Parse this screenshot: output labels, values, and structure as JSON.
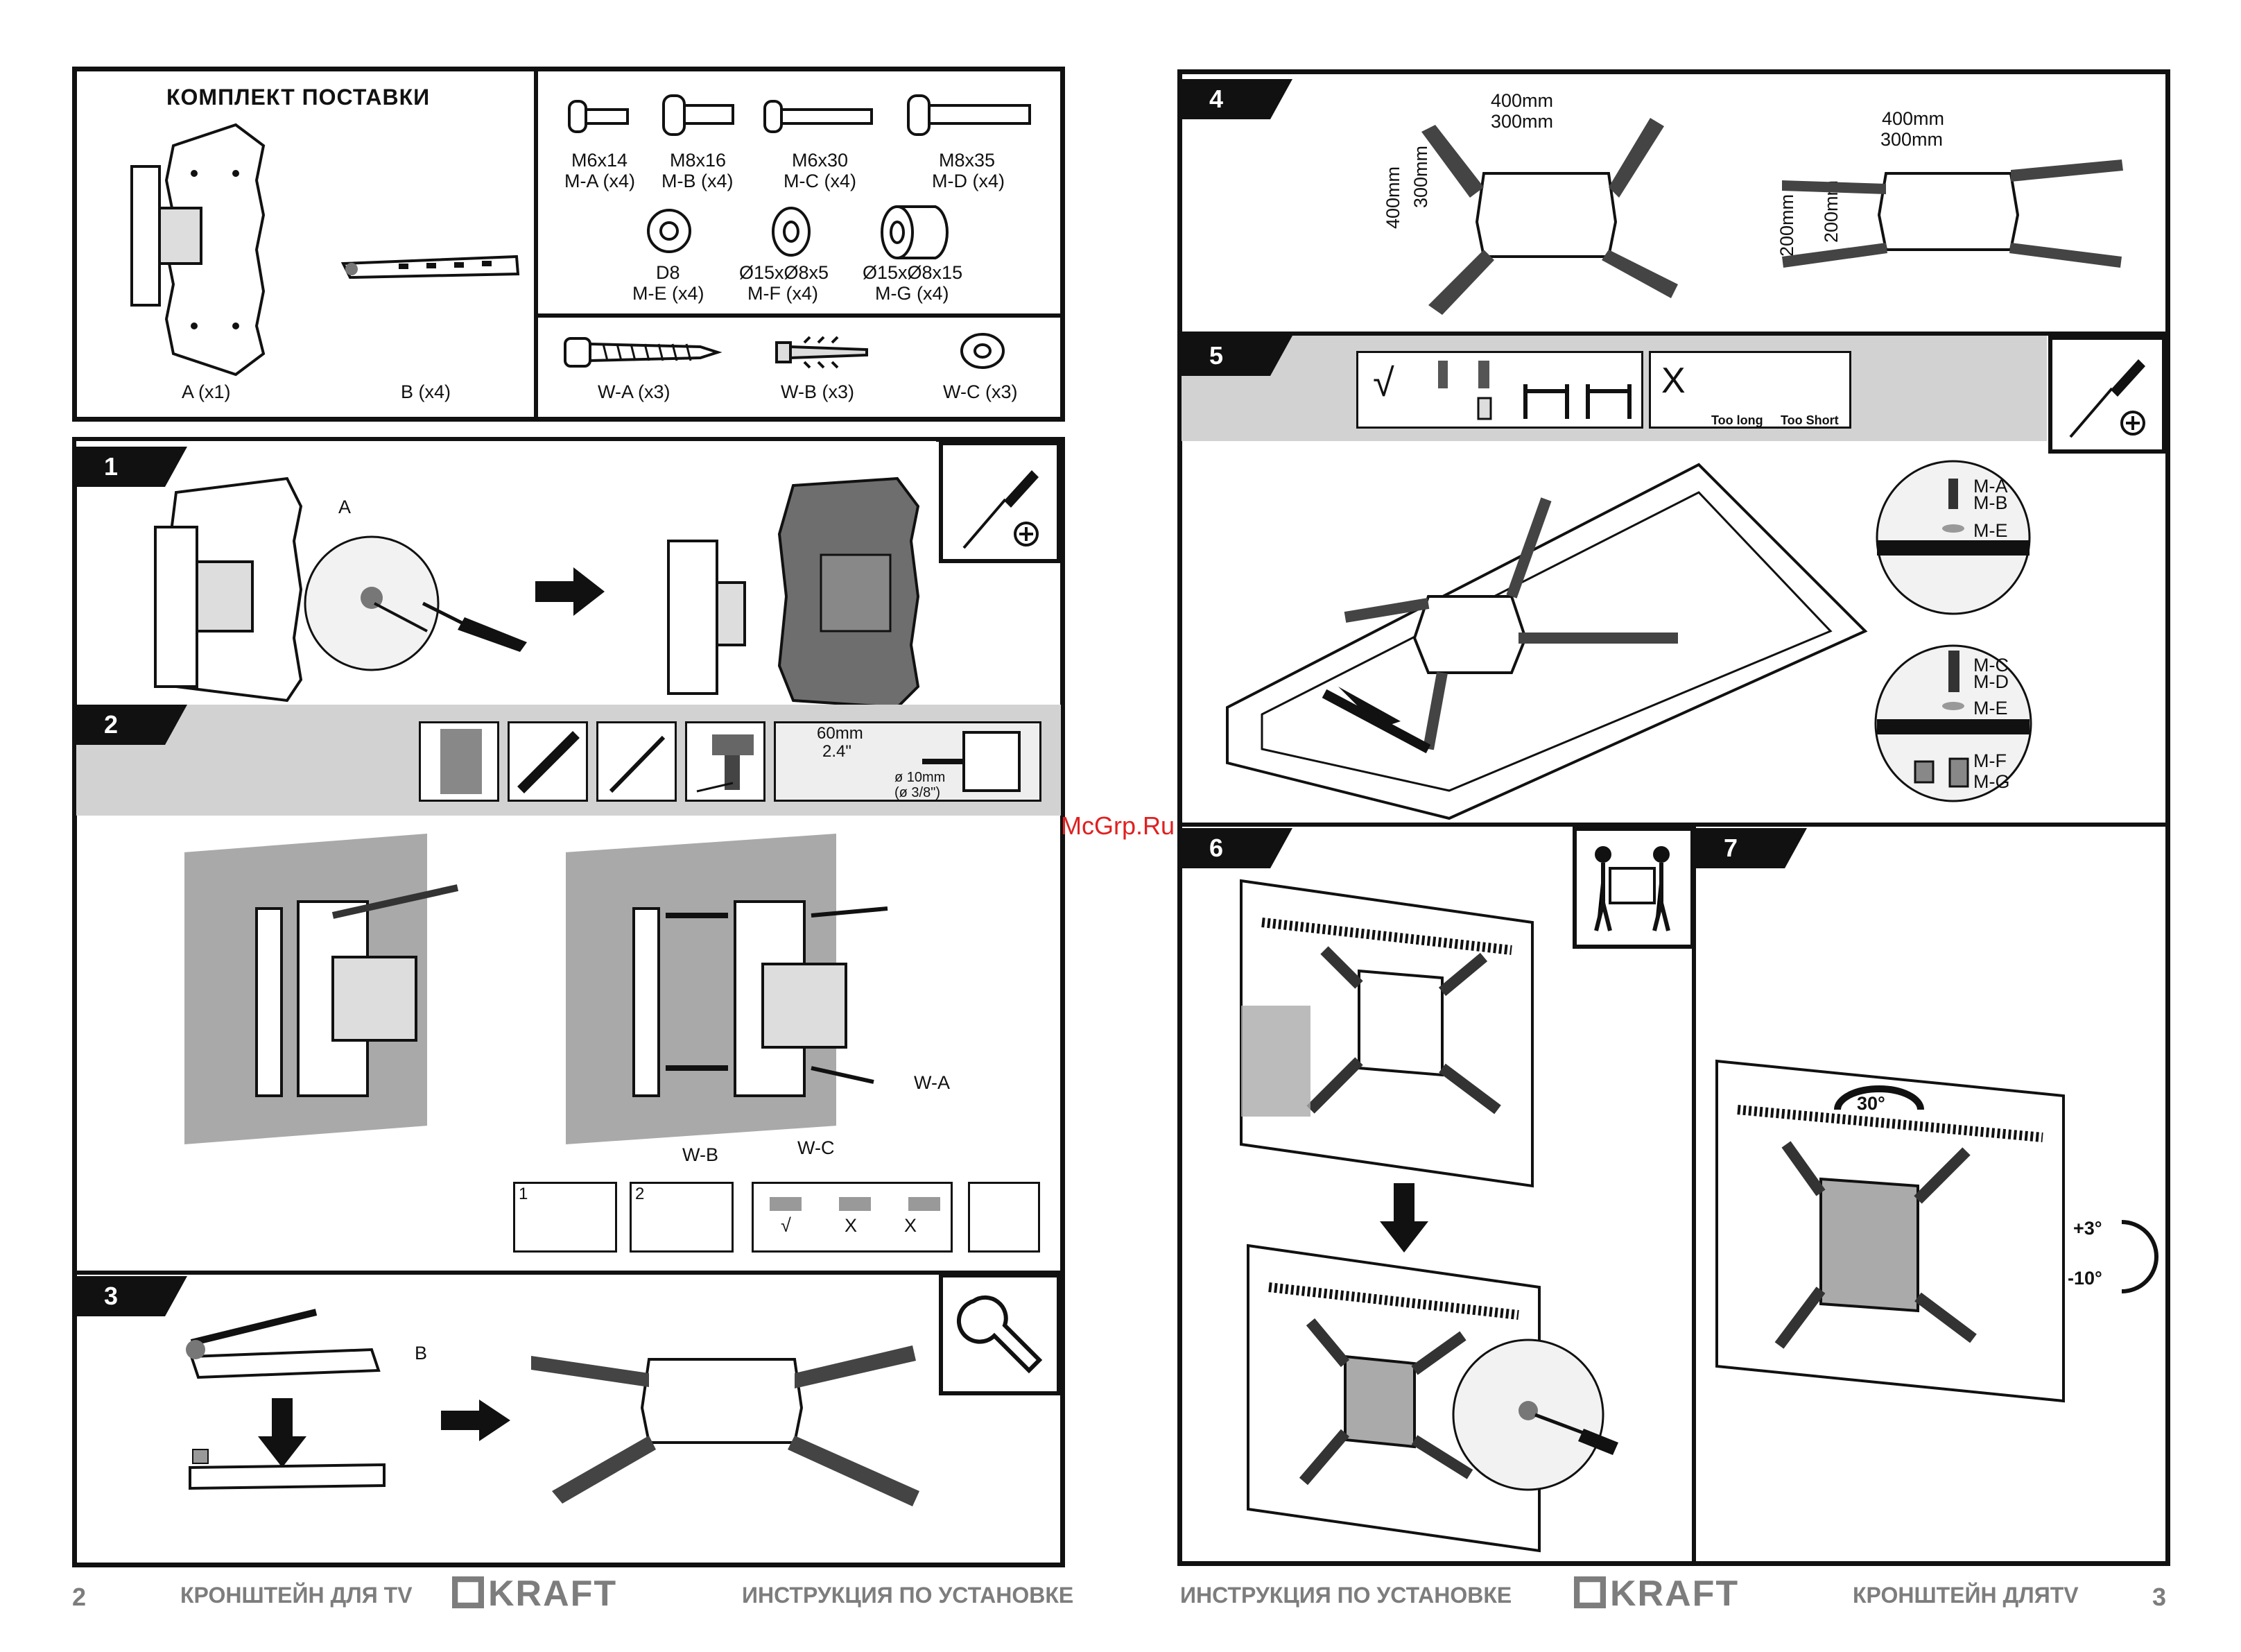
{
  "kit": {
    "title": "КОМПЛЕКТ ПОСТАВКИ",
    "parts": [
      {
        "name": "M6x14",
        "qty": "M-A (x4)"
      },
      {
        "name": "M8x16",
        "qty": "M-B (x4)"
      },
      {
        "name": "M6x30",
        "qty": "M-C (x4)"
      },
      {
        "name": "M8x35",
        "qty": "M-D (x4)"
      },
      {
        "name": "D8",
        "qty": "M-E (x4)"
      },
      {
        "name": "Ø15xØ8x5",
        "qty": "M-F (x4)"
      },
      {
        "name": "Ø15xØ8x15",
        "qty": "M-G (x4)"
      }
    ],
    "main_parts": [
      "A (x1)",
      "B (x4)"
    ],
    "wall_parts": [
      "W-A (x3)",
      "W-B (x3)",
      "W-C (x3)"
    ]
  },
  "steps": {
    "s1": {
      "num": "1",
      "label_a": "A"
    },
    "s2": {
      "num": "2",
      "drill_len": "60mm",
      "drill_len_in": "2.4\"",
      "drill_dia": "ø 10mm",
      "drill_dia_in": "(ø 3/8\")",
      "wa": "W-A",
      "wb": "W-B",
      "wc": "W-C",
      "sub1": "1",
      "sub2": "2",
      "check": "√",
      "x1": "X",
      "x2": "X"
    },
    "s3": {
      "num": "3",
      "label_b": "B"
    },
    "s4": {
      "num": "4",
      "d400": "400mm",
      "d300": "300mm",
      "v400": "400mm",
      "v300": "300mm",
      "d400b": "400mm",
      "d300b": "300mm",
      "v200": "200mm",
      "v200b": "200mm"
    },
    "s5": {
      "num": "5",
      "too_long": "Too long",
      "too_short": "Too Short",
      "check": "√",
      "cross": "X",
      "ma": "M-A",
      "mb": "M-B",
      "me": "M-E",
      "mc": "M-C",
      "md": "M-D",
      "me2": "M-E",
      "mf": "M-F",
      "mg": "M-G"
    },
    "s6": {
      "num": "6"
    },
    "s7": {
      "num": "7",
      "swivel": "30°",
      "tilt_up": "+3°",
      "tilt_down": "-10°"
    }
  },
  "footer": {
    "left_page": "2",
    "right_page": "3",
    "left_product": "КРОНШТЕЙН ДЛЯ TV",
    "left_manual": "ИНСТРУКЦИЯ ПО УСТАНОВКЕ",
    "right_manual": "ИНСТРУКЦИЯ ПО УСТАНОВКЕ",
    "right_product": "КРОНШТЕЙН ДЛЯTV",
    "brand": "KRAFT"
  },
  "watermark": "McGrp.Ru"
}
